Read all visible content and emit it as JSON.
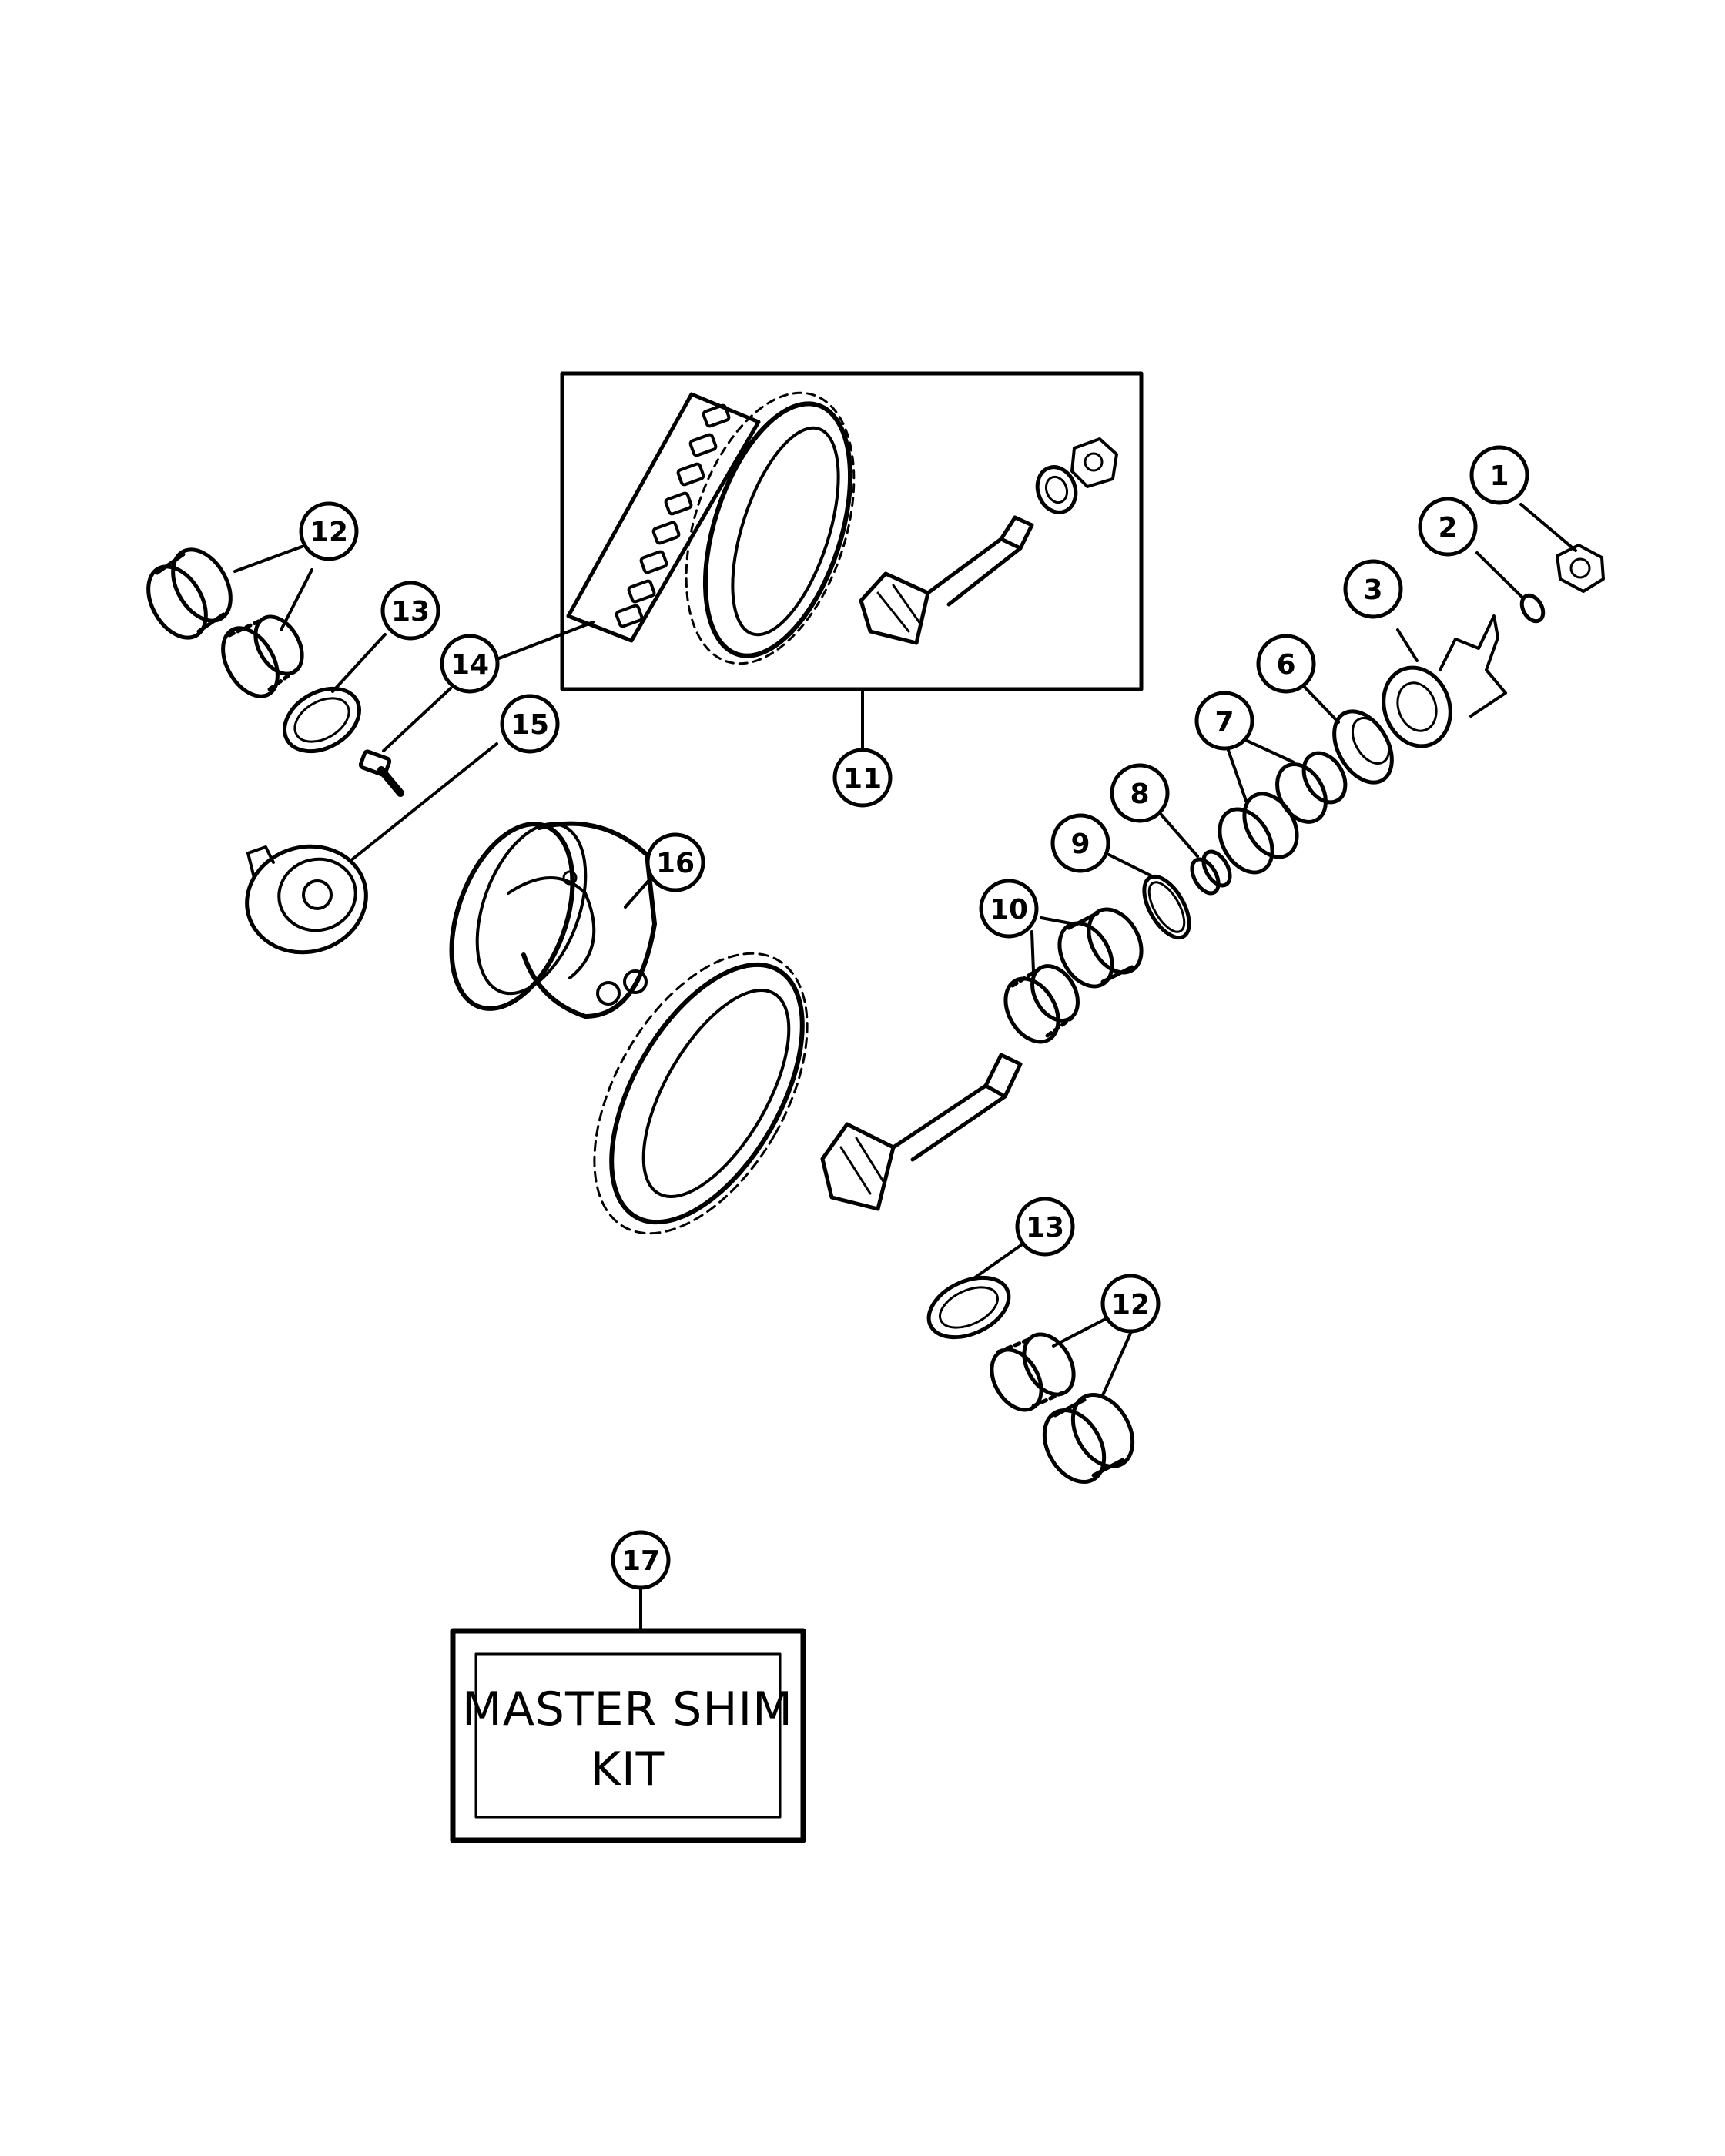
{
  "callouts": {
    "c1": "1",
    "c2": "2",
    "c3": "3",
    "c6": "6",
    "c7": "7",
    "c8": "8",
    "c9": "9",
    "c10": "10",
    "c11": "11",
    "c12a": "12",
    "c12b": "12",
    "c13a": "13",
    "c13b": "13",
    "c14": "14",
    "c15": "15",
    "c16": "16",
    "c17": "17"
  },
  "kit_box": {
    "line1": "MASTER  SHIM",
    "line2": "KIT"
  },
  "colors": {
    "ink": "#000000",
    "paper": "#ffffff",
    "shade": "#9a9a9a"
  }
}
